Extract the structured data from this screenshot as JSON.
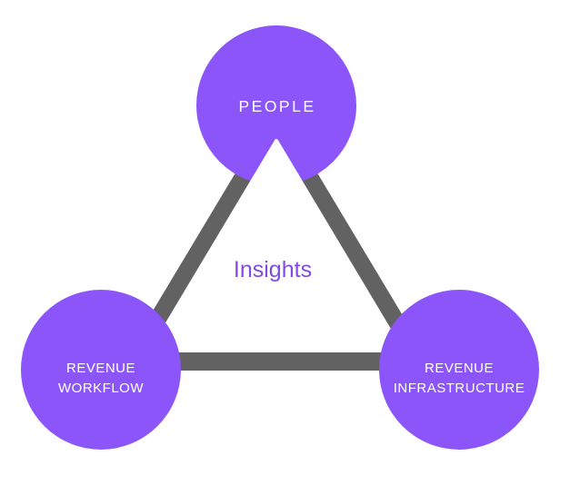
{
  "diagram": {
    "center": {
      "label": "Insights"
    },
    "nodes": {
      "people": {
        "label": "PEOPLE"
      },
      "revenue_workflow": {
        "line1": "REVENUE",
        "line2": "WORKFLOW"
      },
      "revenue_infrastructure": {
        "line1": "REVENUE",
        "line2": "INFRASTRUCTURE"
      }
    },
    "colors": {
      "node_fill": "#8B55FA",
      "node_text": "#FFFFFF",
      "outer_triangle": "#626262",
      "inner_triangle": "#FFFFFF",
      "center_text": "#7E4CE4",
      "background": "#FFFFFF"
    }
  }
}
